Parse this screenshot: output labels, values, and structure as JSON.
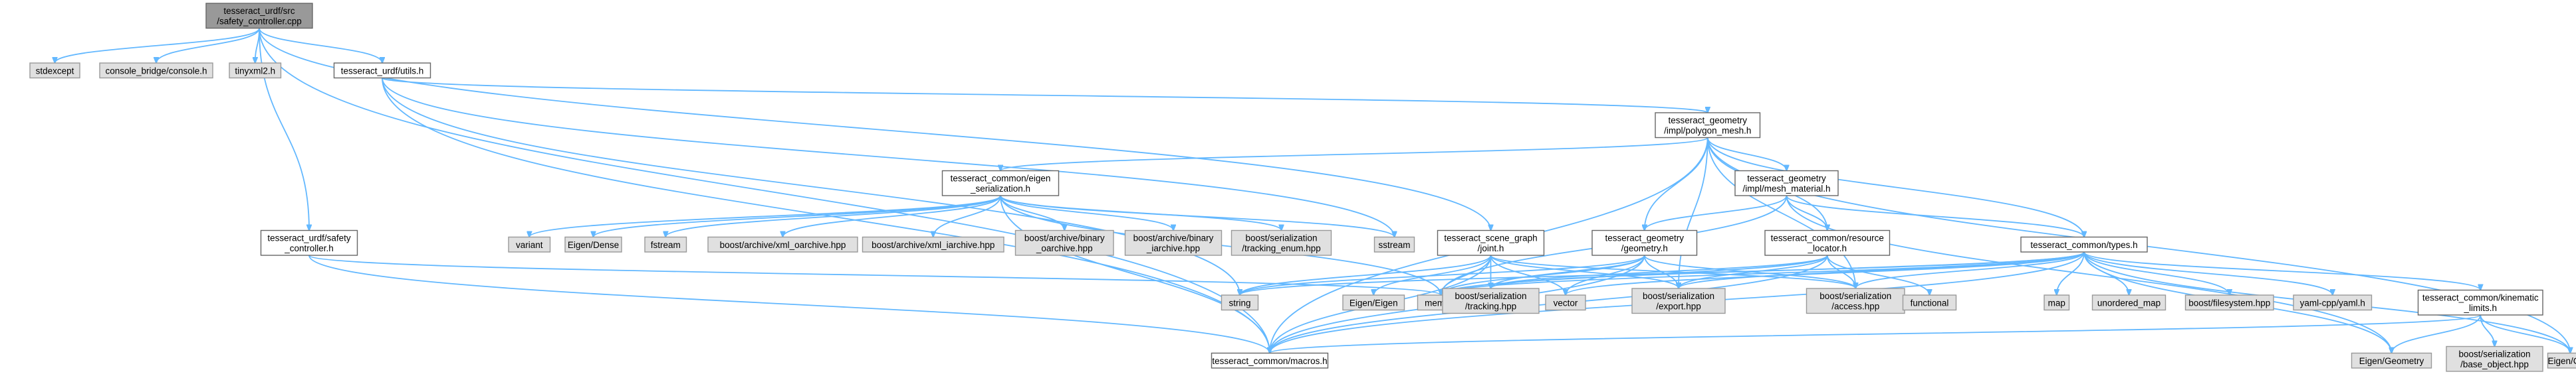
{
  "diagram": {
    "kind": "include-dependency-graph",
    "edge_color": "#63b8ff",
    "root_fill": "#999999",
    "link_fill": "#ffffff",
    "system_fill": "#e0e0e0",
    "nodes": [
      {
        "id": "root",
        "lines": [
          "tesseract_urdf/src",
          "/safety_controller.cpp"
        ],
        "kind": "root"
      },
      {
        "id": "stdexcept",
        "lines": [
          "stdexcept"
        ],
        "kind": "sys"
      },
      {
        "id": "console_bridge",
        "lines": [
          "console_bridge/console.h"
        ],
        "kind": "sys"
      },
      {
        "id": "tinyxml2",
        "lines": [
          "tinyxml2.h"
        ],
        "kind": "sys"
      },
      {
        "id": "urdf_utils",
        "lines": [
          "tesseract_urdf/utils.h"
        ],
        "kind": "link"
      },
      {
        "id": "urdf_safety",
        "lines": [
          "tesseract_urdf/safety",
          "_controller.h"
        ],
        "kind": "link"
      },
      {
        "id": "polygon_mesh",
        "lines": [
          "tesseract_geometry",
          "/impl/polygon_mesh.h"
        ],
        "kind": "link"
      },
      {
        "id": "eigen_serialization",
        "lines": [
          "tesseract_common/eigen",
          "_serialization.h"
        ],
        "kind": "link"
      },
      {
        "id": "mesh_material",
        "lines": [
          "tesseract_geometry",
          "/impl/mesh_material.h"
        ],
        "kind": "link"
      },
      {
        "id": "joint",
        "lines": [
          "tesseract_scene_graph",
          "/joint.h"
        ],
        "kind": "link"
      },
      {
        "id": "geometry",
        "lines": [
          "tesseract_geometry",
          "/geometry.h"
        ],
        "kind": "link"
      },
      {
        "id": "resource_locator",
        "lines": [
          "tesseract_common/resource",
          "_locator.h"
        ],
        "kind": "link"
      },
      {
        "id": "common_types",
        "lines": [
          "tesseract_common/types.h"
        ],
        "kind": "link"
      },
      {
        "id": "kinematic_limits",
        "lines": [
          "tesseract_common/kinematic",
          "_limits.h"
        ],
        "kind": "link"
      },
      {
        "id": "macros",
        "lines": [
          "tesseract_common/macros.h"
        ],
        "kind": "link"
      },
      {
        "id": "variant",
        "lines": [
          "variant"
        ],
        "kind": "sys"
      },
      {
        "id": "eigen_dense",
        "lines": [
          "Eigen/Dense"
        ],
        "kind": "sys"
      },
      {
        "id": "fstream",
        "lines": [
          "fstream"
        ],
        "kind": "sys"
      },
      {
        "id": "xml_oarchive",
        "lines": [
          "boost/archive/xml_oarchive.hpp"
        ],
        "kind": "sys"
      },
      {
        "id": "xml_iarchive",
        "lines": [
          "boost/archive/xml_iarchive.hpp"
        ],
        "kind": "sys"
      },
      {
        "id": "binary_oarchive",
        "lines": [
          "boost/archive/binary",
          "_oarchive.hpp"
        ],
        "kind": "sys"
      },
      {
        "id": "binary_iarchive",
        "lines": [
          "boost/archive/binary",
          "_iarchive.hpp"
        ],
        "kind": "sys"
      },
      {
        "id": "tracking_enum",
        "lines": [
          "boost/serialization",
          "/tracking_enum.hpp"
        ],
        "kind": "sys"
      },
      {
        "id": "sstream",
        "lines": [
          "sstream"
        ],
        "kind": "sys"
      },
      {
        "id": "string",
        "lines": [
          "string"
        ],
        "kind": "sys"
      },
      {
        "id": "eigen_eigen",
        "lines": [
          "Eigen/Eigen"
        ],
        "kind": "sys"
      },
      {
        "id": "memory",
        "lines": [
          "memory"
        ],
        "kind": "sys"
      },
      {
        "id": "tracking",
        "lines": [
          "boost/serialization",
          "/tracking.hpp"
        ],
        "kind": "sys"
      },
      {
        "id": "vector",
        "lines": [
          "vector"
        ],
        "kind": "sys"
      },
      {
        "id": "export",
        "lines": [
          "boost/serialization",
          "/export.hpp"
        ],
        "kind": "sys"
      },
      {
        "id": "access",
        "lines": [
          "boost/serialization",
          "/access.hpp"
        ],
        "kind": "sys"
      },
      {
        "id": "functional",
        "lines": [
          "functional"
        ],
        "kind": "sys"
      },
      {
        "id": "map",
        "lines": [
          "map"
        ],
        "kind": "sys"
      },
      {
        "id": "unordered_map",
        "lines": [
          "unordered_map"
        ],
        "kind": "sys"
      },
      {
        "id": "filesystem",
        "lines": [
          "boost/filesystem.hpp"
        ],
        "kind": "sys"
      },
      {
        "id": "yaml",
        "lines": [
          "yaml-cpp/yaml.h"
        ],
        "kind": "sys"
      },
      {
        "id": "eigen_geometry",
        "lines": [
          "Eigen/Geometry"
        ],
        "kind": "sys"
      },
      {
        "id": "base_object",
        "lines": [
          "boost/serialization",
          "/base_object.hpp"
        ],
        "kind": "sys"
      },
      {
        "id": "eigen_core",
        "lines": [
          "Eigen/Core"
        ],
        "kind": "sys"
      }
    ],
    "edges": [
      [
        "root",
        "stdexcept"
      ],
      [
        "root",
        "console_bridge"
      ],
      [
        "root",
        "tinyxml2"
      ],
      [
        "root",
        "urdf_utils"
      ],
      [
        "root",
        "urdf_safety"
      ],
      [
        "root",
        "macros"
      ],
      [
        "root",
        "joint"
      ],
      [
        "urdf_utils",
        "polygon_mesh"
      ],
      [
        "urdf_utils",
        "macros"
      ],
      [
        "urdf_utils",
        "sstream"
      ],
      [
        "urdf_utils",
        "string"
      ],
      [
        "urdf_safety",
        "macros"
      ],
      [
        "urdf_safety",
        "memory"
      ],
      [
        "polygon_mesh",
        "eigen_serialization"
      ],
      [
        "polygon_mesh",
        "mesh_material"
      ],
      [
        "polygon_mesh",
        "geometry"
      ],
      [
        "polygon_mesh",
        "resource_locator"
      ],
      [
        "polygon_mesh",
        "common_types"
      ],
      [
        "polygon_mesh",
        "macros"
      ],
      [
        "polygon_mesh",
        "export"
      ],
      [
        "polygon_mesh",
        "access"
      ],
      [
        "polygon_mesh",
        "eigen_core"
      ],
      [
        "eigen_serialization",
        "variant"
      ],
      [
        "eigen_serialization",
        "eigen_dense"
      ],
      [
        "eigen_serialization",
        "fstream"
      ],
      [
        "eigen_serialization",
        "xml_oarchive"
      ],
      [
        "eigen_serialization",
        "xml_iarchive"
      ],
      [
        "eigen_serialization",
        "binary_oarchive"
      ],
      [
        "eigen_serialization",
        "binary_iarchive"
      ],
      [
        "eigen_serialization",
        "tracking_enum"
      ],
      [
        "eigen_serialization",
        "sstream"
      ],
      [
        "eigen_serialization",
        "memory"
      ],
      [
        "eigen_serialization",
        "macros"
      ],
      [
        "mesh_material",
        "geometry"
      ],
      [
        "mesh_material",
        "resource_locator"
      ],
      [
        "mesh_material",
        "common_types"
      ],
      [
        "mesh_material",
        "eigen_geometry"
      ],
      [
        "mesh_material",
        "memory"
      ],
      [
        "joint",
        "string"
      ],
      [
        "joint",
        "eigen_eigen"
      ],
      [
        "joint",
        "memory"
      ],
      [
        "joint",
        "tracking"
      ],
      [
        "joint",
        "vector"
      ],
      [
        "joint",
        "macros"
      ],
      [
        "joint",
        "export"
      ],
      [
        "joint",
        "access"
      ],
      [
        "geometry",
        "memory"
      ],
      [
        "geometry",
        "tracking"
      ],
      [
        "geometry",
        "vector"
      ],
      [
        "geometry",
        "export"
      ],
      [
        "geometry",
        "access"
      ],
      [
        "geometry",
        "macros"
      ],
      [
        "geometry",
        "string"
      ],
      [
        "resource_locator",
        "memory"
      ],
      [
        "resource_locator",
        "functional"
      ],
      [
        "resource_locator",
        "export"
      ],
      [
        "resource_locator",
        "access"
      ],
      [
        "resource_locator",
        "macros"
      ],
      [
        "resource_locator",
        "tracking"
      ],
      [
        "common_types",
        "vector"
      ],
      [
        "common_types",
        "memory"
      ],
      [
        "common_types",
        "map"
      ],
      [
        "common_types",
        "unordered_map"
      ],
      [
        "common_types",
        "filesystem"
      ],
      [
        "common_types",
        "yaml"
      ],
      [
        "common_types",
        "eigen_geometry"
      ],
      [
        "common_types",
        "kinematic_limits"
      ],
      [
        "common_types",
        "eigen_core"
      ],
      [
        "common_types",
        "export"
      ],
      [
        "common_types",
        "access"
      ],
      [
        "common_types",
        "tracking"
      ],
      [
        "common_types",
        "macros"
      ],
      [
        "common_types",
        "string"
      ],
      [
        "kinematic_limits",
        "eigen_geometry"
      ],
      [
        "kinematic_limits",
        "base_object"
      ],
      [
        "kinematic_limits",
        "eigen_core"
      ],
      [
        "kinematic_limits",
        "macros"
      ]
    ]
  }
}
